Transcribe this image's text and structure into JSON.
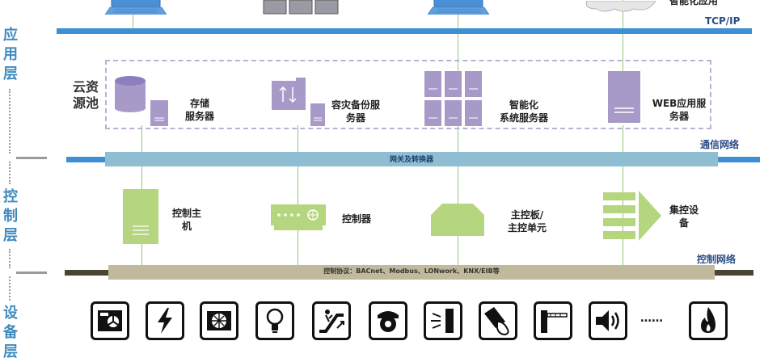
{
  "layers": {
    "app": "应用层",
    "control": "控制层",
    "device": "设备层"
  },
  "top": {
    "smart_app_label": "智能化应用"
  },
  "buses": {
    "tcpip": "TCP/IP",
    "comm_network": "通信网络",
    "gateway": "网关及转换器",
    "control_network": "控制网络",
    "protocol": "控制协议：BACnet、Modbus、LONwork、KNX/EIB等"
  },
  "cloud_pool": {
    "label_line1": "云资",
    "label_line2": "源池",
    "storage_line1": "存储",
    "storage_line2": "服务器",
    "backup_line1": "容灾备份服",
    "backup_line2": "务器",
    "smart_line1": "智能化",
    "smart_line2": "系统服务器",
    "web_line1": "WEB应用服",
    "web_line2": "务器"
  },
  "control": {
    "host_line1": "控制主",
    "host_line2": "机",
    "controller": "控制器",
    "mainboard_line1": "主控板/",
    "mainboard_line2": "主控单元",
    "central_line1": "集控设",
    "central_line2": "备"
  },
  "devices": {
    "ellipsis": "……",
    "icons": [
      "hvac-fan-icon",
      "lightning-icon",
      "valve-icon",
      "lightbulb-icon",
      "escalator-icon",
      "camera-icon",
      "door-icon",
      "card-reader-icon",
      "barrier-gate-icon",
      "speaker-icon",
      "fire-icon"
    ]
  },
  "colors": {
    "bus_blue": "#3f8fd4",
    "gateway_bar": "#8fbdd2",
    "control_bar": "#c0b99b",
    "server_purple": "#a79ac9",
    "control_green": "#b5d67f",
    "line_green": "#8fc97a"
  }
}
